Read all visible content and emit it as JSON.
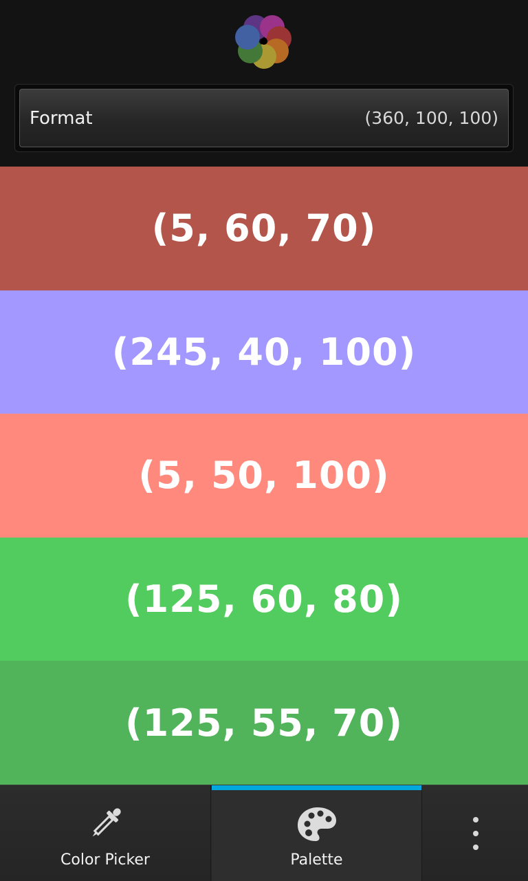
{
  "header": {
    "format": {
      "label": "Format",
      "value": "(360, 100, 100)"
    }
  },
  "swatches": [
    {
      "label": "(5, 60, 70)",
      "color": "#b3554a"
    },
    {
      "label": "(245, 40, 100)",
      "color": "#a398ff"
    },
    {
      "label": "(5, 50, 100)",
      "color": "#ff897d"
    },
    {
      "label": "(125, 60, 80)",
      "color": "#53cc5f"
    },
    {
      "label": "(125, 55, 70)",
      "color": "#51b35a"
    }
  ],
  "tabs": {
    "color_picker": {
      "label": "Color Picker",
      "icon": "eyedropper-icon"
    },
    "palette": {
      "label": "Palette",
      "icon": "palette-icon",
      "active": true
    },
    "overflow": {
      "icon": "more-vertical-icon"
    }
  },
  "colors": {
    "accent": "#00a8df",
    "background": "#131313"
  }
}
